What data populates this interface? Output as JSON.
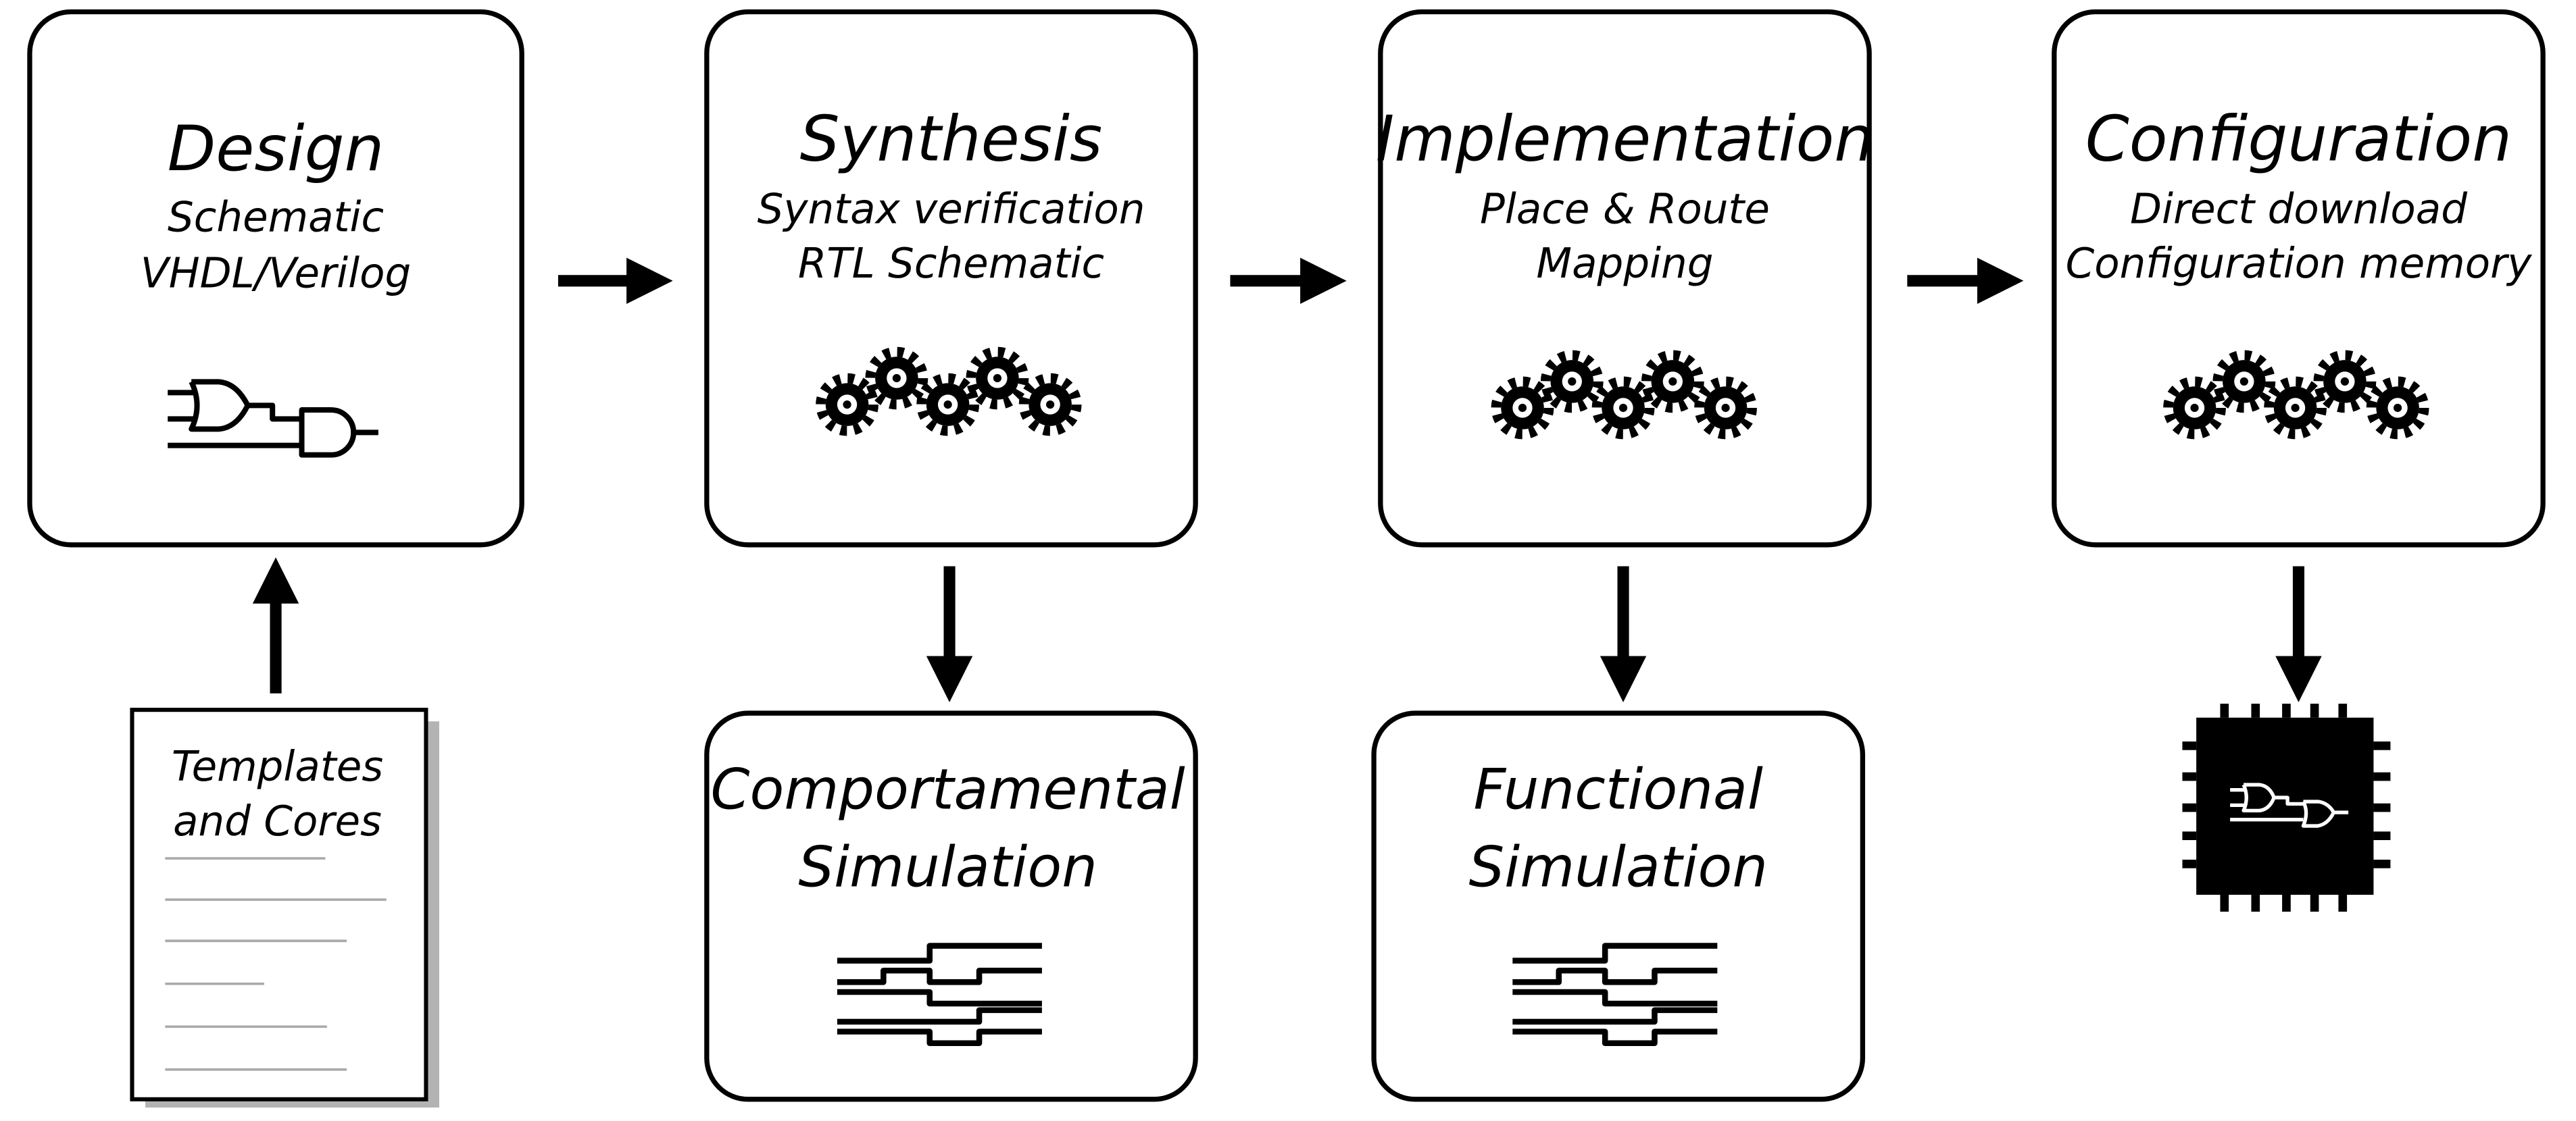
{
  "stages": [
    {
      "title": "Design",
      "lines": [
        "Schematic",
        "VHDL/Verilog"
      ],
      "icon": "logic-gates-icon"
    },
    {
      "title": "Synthesis",
      "lines": [
        "Syntax verification",
        "RTL Schematic"
      ],
      "icon": "gears-icon"
    },
    {
      "title": "Implementation",
      "lines": [
        "Place & Route",
        "Mapping"
      ],
      "icon": "gears-icon"
    },
    {
      "title": "Configuration",
      "lines": [
        "Direct download",
        "Configuration memory"
      ],
      "icon": "gears-icon"
    }
  ],
  "simulations": [
    {
      "lines": [
        "Comportamental",
        "Simulation"
      ],
      "icon": "waveform-icon"
    },
    {
      "lines": [
        "Functional",
        "Simulation"
      ],
      "icon": "waveform-icon"
    }
  ],
  "document": {
    "lines": [
      "Templates",
      "and Cores"
    ],
    "icon": "document-icon"
  },
  "output": {
    "icon": "fpga-chip-icon"
  },
  "colors": {
    "stroke": "#000000",
    "background": "#ffffff",
    "shadow": "#b3b3b3"
  }
}
